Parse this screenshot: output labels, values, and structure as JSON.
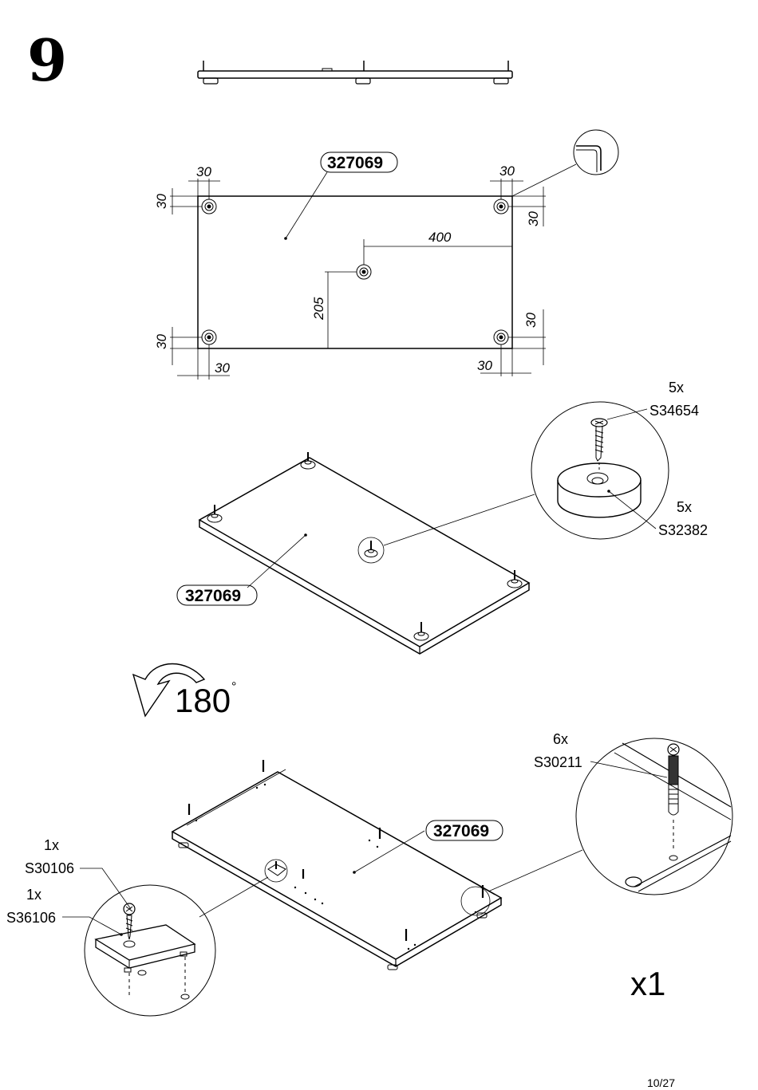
{
  "step": {
    "number": "9"
  },
  "top_view": {
    "part_label": "327069",
    "dims": {
      "left_top_h": "30",
      "left_top_v": "30",
      "right_top_h": "30",
      "right_top_v": "30",
      "center_h": "400",
      "center_v": "205",
      "left_bottom_v": "30",
      "left_bottom_h": "30",
      "right_bottom_v": "30",
      "right_bottom_h": "30"
    }
  },
  "foot_assembly": {
    "part_label": "327069",
    "screw": {
      "qty": "5x",
      "code": "S34654"
    },
    "foot": {
      "qty": "5x",
      "code": "S32382"
    }
  },
  "rotation": {
    "angle": "180",
    "degree_symbol": "°"
  },
  "bottom_assembly": {
    "part_label": "327069",
    "dowel": {
      "qty": "6x",
      "code": "S30211"
    },
    "screw": {
      "qty": "1x",
      "code": "S30106"
    },
    "bracket": {
      "qty": "1x",
      "code": "S36106"
    },
    "multiplier": "x1"
  },
  "page": {
    "number": "10/27"
  }
}
